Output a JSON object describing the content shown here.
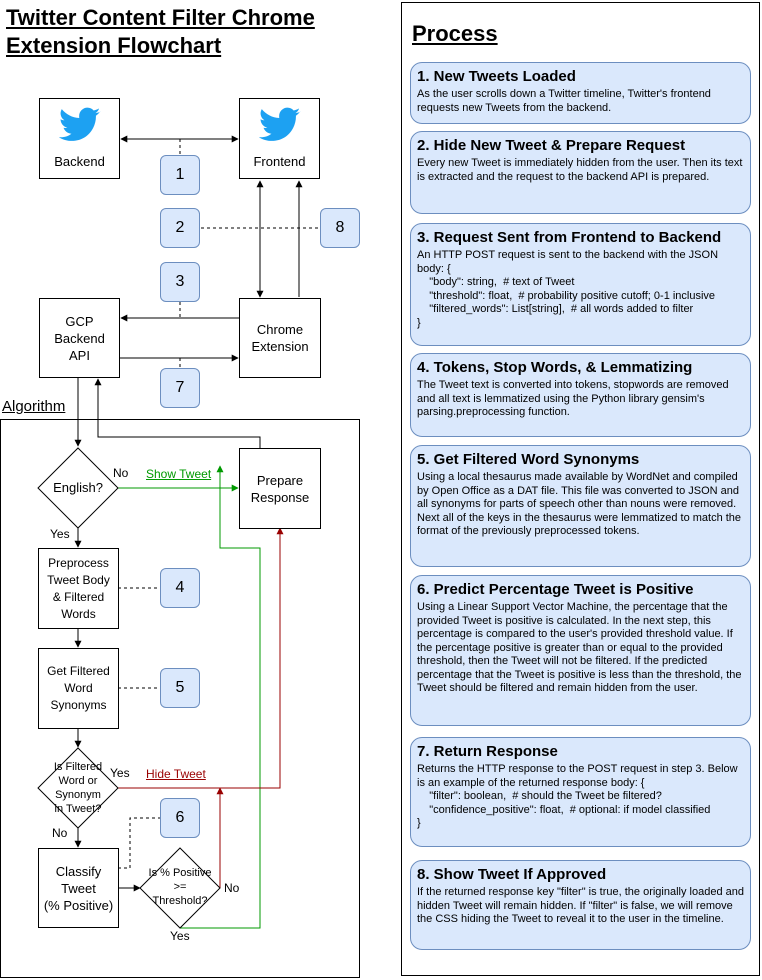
{
  "title": "Twitter Content Filter Chrome Extension Flowchart",
  "algorithm_label": "Algorithm",
  "boxes": {
    "backend": "Backend",
    "frontend": "Frontend",
    "gcp": "GCP\nBackend\nAPI",
    "chrome": "Chrome\nExtension",
    "prepare": "Prepare\nResponse",
    "preprocess": "Preprocess\nTweet Body\n& Filtered\nWords",
    "synonyms": "Get Filtered\nWord\nSynonyms",
    "classify": "Classify\nTweet\n(% Positive)"
  },
  "decisions": {
    "english": "English?",
    "is_filtered": "Is Filtered\nWord or\nSynonym\nin Tweet?",
    "threshold": "Is % Positive\n>=\nThreshold?"
  },
  "step_badges": [
    "1",
    "2",
    "3",
    "4",
    "5",
    "6",
    "7",
    "8"
  ],
  "edge_labels": {
    "no_english": "No",
    "show_tweet": "Show Tweet",
    "yes_english": "Yes",
    "yes_filtered": "Yes",
    "hide_tweet": "Hide Tweet",
    "no_filtered": "No",
    "no_threshold": "No",
    "yes_threshold": "Yes"
  },
  "colors": {
    "step_fill": "#dae8fc",
    "step_border": "#6c8ebf",
    "show_tweet": "#009900",
    "hide_tweet": "#990000",
    "twitter_blue": "#1da1f2"
  },
  "icons": {
    "twitter": "twitter-bird-icon"
  },
  "process": {
    "title": "Process",
    "steps": [
      {
        "heading": "1. New Tweets Loaded",
        "body": "As the user scrolls down a Twitter timeline, Twitter's frontend requests new Tweets from the backend."
      },
      {
        "heading": "2. Hide New Tweet & Prepare Request",
        "body": "Every new Tweet is immediately hidden from the user. Then its text is extracted and the request to the backend API is prepared."
      },
      {
        "heading": "3. Request Sent from Frontend to Backend",
        "body": "An HTTP POST request is sent to the backend with the JSON body: {\n    \"body\": string,  # text of Tweet\n    \"threshold\": float,  # probability positive cutoff; 0-1 inclusive\n    \"filtered_words\": List[string],  # all words added to filter\n}"
      },
      {
        "heading": "4. Tokens, Stop Words, & Lemmatizing",
        "body": "The Tweet text is converted into tokens, stopwords are removed and all text is lemmatized using the Python library gensim's parsing.preprocessing function."
      },
      {
        "heading": "5. Get Filtered Word Synonyms",
        "body": "Using a local thesaurus made available by WordNet and compiled by Open Office as a DAT file. This file was converted to JSON and all synonyms for parts of speech other than nouns were removed. Next all of the keys in the thesaurus were lemmatized to match the format of the previously preprocessed tokens."
      },
      {
        "heading": "6. Predict Percentage Tweet is Positive",
        "body": "Using a Linear Support Vector Machine, the percentage that the provided Tweet is positive is calculated. In the next step, this percentage is compared to the user's provided threshold value. If the percentage positive is greater than or equal to the provided threshold, then the Tweet will not be filtered. If the predicted percentage that the Tweet is positive is less than the threshold, the Tweet should be filtered and remain hidden from the user."
      },
      {
        "heading": "7. Return Response",
        "body": "Returns the HTTP response to the POST request in step 3. Below is an example of the returned response body: {\n    \"filter\": boolean,  # should the Tweet be filtered?\n    \"confidence_positive\": float,  # optional: if model classified\n}"
      },
      {
        "heading": "8. Show Tweet If Approved",
        "body": "If the returned response key \"filter\" is true, the originally loaded and hidden Tweet will remain hidden. If \"filter\" is false, we will remove the CSS hiding the Tweet to reveal it to the user in the timeline."
      }
    ]
  }
}
